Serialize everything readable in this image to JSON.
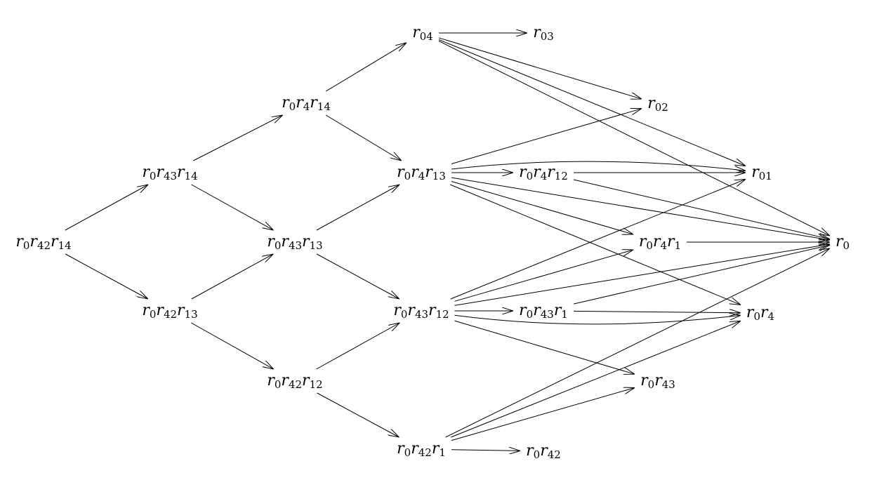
{
  "nodes": [
    {
      "id": "r0r42r14",
      "label": [
        [
          "r",
          "0"
        ],
        [
          "r",
          "42"
        ],
        [
          "r",
          "14"
        ]
      ]
    },
    {
      "id": "r0r43r14",
      "label": [
        [
          "r",
          "0"
        ],
        [
          "r",
          "43"
        ],
        [
          "r",
          "14"
        ]
      ]
    },
    {
      "id": "r0r42r13",
      "label": [
        [
          "r",
          "0"
        ],
        [
          "r",
          "42"
        ],
        [
          "r",
          "13"
        ]
      ]
    },
    {
      "id": "r0r4r14",
      "label": [
        [
          "r",
          "0"
        ],
        [
          "r",
          "4"
        ],
        [
          "r",
          "14"
        ]
      ]
    },
    {
      "id": "r0r43r13",
      "label": [
        [
          "r",
          "0"
        ],
        [
          "r",
          "43"
        ],
        [
          "r",
          "13"
        ]
      ]
    },
    {
      "id": "r0r42r12",
      "label": [
        [
          "r",
          "0"
        ],
        [
          "r",
          "42"
        ],
        [
          "r",
          "12"
        ]
      ]
    },
    {
      "id": "r04",
      "label": [
        [
          "r",
          "04"
        ]
      ]
    },
    {
      "id": "r0r4r13",
      "label": [
        [
          "r",
          "0"
        ],
        [
          "r",
          "4"
        ],
        [
          "r",
          "13"
        ]
      ]
    },
    {
      "id": "r0r43r12",
      "label": [
        [
          "r",
          "0"
        ],
        [
          "r",
          "43"
        ],
        [
          "r",
          "12"
        ]
      ]
    },
    {
      "id": "r0r42r1",
      "label": [
        [
          "r",
          "0"
        ],
        [
          "r",
          "42"
        ],
        [
          "r",
          "1"
        ]
      ]
    },
    {
      "id": "r03",
      "label": [
        [
          "r",
          "03"
        ]
      ]
    },
    {
      "id": "r0r4r12",
      "label": [
        [
          "r",
          "0"
        ],
        [
          "r",
          "4"
        ],
        [
          "r",
          "12"
        ]
      ]
    },
    {
      "id": "r0r43r1",
      "label": [
        [
          "r",
          "0"
        ],
        [
          "r",
          "43"
        ],
        [
          "r",
          "1"
        ]
      ]
    },
    {
      "id": "r0r42",
      "label": [
        [
          "r",
          "0"
        ],
        [
          "r",
          "42"
        ]
      ]
    },
    {
      "id": "r02",
      "label": [
        [
          "r",
          "02"
        ]
      ]
    },
    {
      "id": "r0r4r1",
      "label": [
        [
          "r",
          "0"
        ],
        [
          "r",
          "4"
        ],
        [
          "r",
          "1"
        ]
      ]
    },
    {
      "id": "r0r43",
      "label": [
        [
          "r",
          "0"
        ],
        [
          "r",
          "43"
        ]
      ]
    },
    {
      "id": "r01",
      "label": [
        [
          "r",
          "01"
        ]
      ]
    },
    {
      "id": "r0r4",
      "label": [
        [
          "r",
          "0"
        ],
        [
          "r",
          "4"
        ]
      ]
    },
    {
      "id": "r0",
      "label": [
        [
          "r",
          "0"
        ]
      ]
    }
  ],
  "edges": [
    [
      "r0r42r14",
      "r0r43r14"
    ],
    [
      "r0r42r14",
      "r0r42r13"
    ],
    [
      "r0r43r14",
      "r0r4r14"
    ],
    [
      "r0r43r14",
      "r0r43r13"
    ],
    [
      "r0r42r13",
      "r0r43r13"
    ],
    [
      "r0r42r13",
      "r0r42r12"
    ],
    [
      "r0r4r14",
      "r04"
    ],
    [
      "r0r4r14",
      "r0r4r13"
    ],
    [
      "r0r43r13",
      "r0r4r13"
    ],
    [
      "r0r43r13",
      "r0r43r12"
    ],
    [
      "r0r42r12",
      "r0r43r12"
    ],
    [
      "r0r42r12",
      "r0r42r1"
    ],
    [
      "r04",
      "r03"
    ],
    [
      "r04",
      "r02"
    ],
    [
      "r04",
      "r01"
    ],
    [
      "r04",
      "r0"
    ],
    [
      "r0r4r13",
      "r02"
    ],
    [
      "r0r4r13",
      "r0r4r12"
    ],
    [
      "r0r4r13",
      "r01"
    ],
    [
      "r0r4r13",
      "r0r4r1"
    ],
    [
      "r0r4r13",
      "r0r4"
    ],
    [
      "r0r4r13",
      "r0"
    ],
    [
      "r0r43r12",
      "r0r43r1"
    ],
    [
      "r0r43r12",
      "r01"
    ],
    [
      "r0r43r12",
      "r0r4r1"
    ],
    [
      "r0r43r12",
      "r0r4"
    ],
    [
      "r0r43r12",
      "r0r43"
    ],
    [
      "r0r43r12",
      "r0"
    ],
    [
      "r0r42r1",
      "r0r42"
    ],
    [
      "r0r42r1",
      "r0r43"
    ],
    [
      "r0r42r1",
      "r0r4"
    ],
    [
      "r0r42r1",
      "r0"
    ],
    [
      "r0r4r12",
      "r01"
    ],
    [
      "r0r4r12",
      "r0"
    ],
    [
      "r0r4r1",
      "r0"
    ],
    [
      "r0r43r1",
      "r0r4"
    ],
    [
      "r0r43r1",
      "r0"
    ]
  ]
}
